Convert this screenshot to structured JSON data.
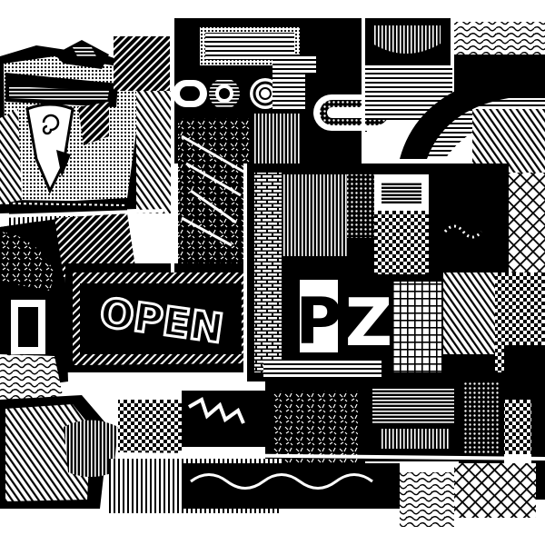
{
  "artwork": {
    "open_sign_text": "OPEN",
    "tile_letter_p": "P",
    "tile_letter_z": "Z",
    "colors": {
      "ink": "#000000",
      "paper": "#ffffff"
    }
  }
}
